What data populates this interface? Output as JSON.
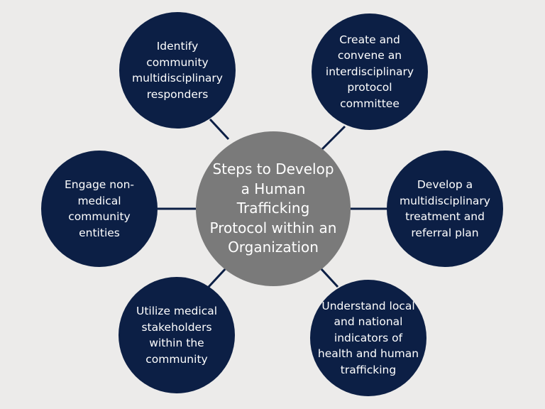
{
  "center": {
    "label": "Steps to Develop a Human Trafficking Protocol within an Organization"
  },
  "steps": [
    {
      "label": "Identify community multidisciplinary responders"
    },
    {
      "label": "Create and convene an interdisciplinary protocol committee"
    },
    {
      "label": "Engage non-medical community entities"
    },
    {
      "label": "Develop a multidisciplinary treatment and referral plan"
    },
    {
      "label": "Utilize medical stakeholders within the community"
    },
    {
      "label": "Understand local and national indicators of health and human trafficking"
    }
  ],
  "colors": {
    "background": "#ecebea",
    "step_fill": "#0c1f45",
    "center_fill": "#7a7a7a",
    "connector": "#0c1f45",
    "text": "#ffffff"
  }
}
